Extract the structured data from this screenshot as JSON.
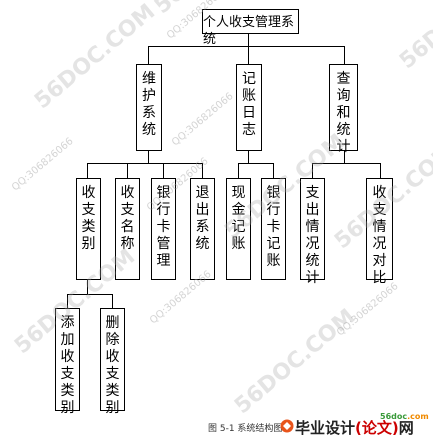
{
  "root": "个人收支管理系统",
  "level1": [
    {
      "id": "maintain",
      "label": "维护系统"
    },
    {
      "id": "journal",
      "label": "记账日志"
    },
    {
      "id": "query",
      "label": "查询和统计"
    }
  ],
  "level2": [
    {
      "id": "category",
      "label": "收支类别"
    },
    {
      "id": "name",
      "label": "收支名称"
    },
    {
      "id": "bankcard",
      "label": "银行卡管理"
    },
    {
      "id": "exit",
      "label": "退出系统"
    },
    {
      "id": "cash",
      "label": "现金记账"
    },
    {
      "id": "bank",
      "label": "银行卡记账"
    },
    {
      "id": "expense-stats",
      "label": "支出情况统计"
    },
    {
      "id": "compare",
      "label": "收支情况对比"
    }
  ],
  "level3": [
    {
      "id": "add-category",
      "label": "添加收支类别"
    },
    {
      "id": "delete-category",
      "label": "删除收支类别"
    }
  ],
  "caption": "图 5-1 系统结构图",
  "watermarks": {
    "site": "56DOC.COM",
    "qq": "QQ:306826066"
  },
  "footer": {
    "site_green": "56doc",
    "site_orange": ".com",
    "brand_black": "毕业设计",
    "brand_red": "(论文)",
    "brand_tail": "网"
  },
  "colors": {
    "line": "#000000",
    "box_border": "#000000",
    "watermark": "#aaaaaa",
    "brand_red": "#cc0000"
  }
}
